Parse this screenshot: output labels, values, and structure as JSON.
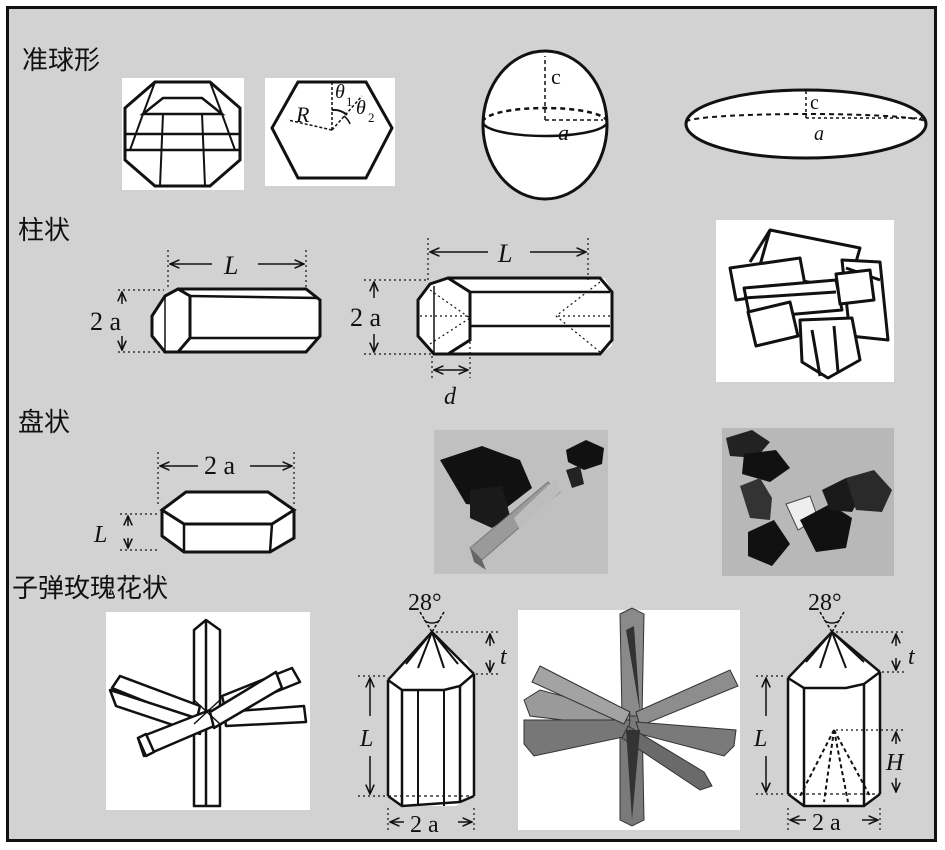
{
  "sections": {
    "quasi_spherical": "准球形",
    "columnar": "柱状",
    "plate": "盘状",
    "bullet_rosette": "子弹玫瑰花状"
  },
  "labels": {
    "R": "R",
    "theta1": "θ",
    "theta1_sub": "1",
    "theta2": "θ",
    "theta2_sub": "2",
    "c_ellipsoid": "c",
    "a_ellipsoid": "a",
    "c_spheroid": "c",
    "a_spheroid": "a",
    "L_col1": "L",
    "twoa_col1": "2 a",
    "L_col2": "L",
    "twoa_col2": "2 a",
    "d_col2": "d",
    "twoa_plate": "2 a",
    "L_plate": "L",
    "angle1": "28°",
    "t1": "t",
    "L_b1": "L",
    "twoa_b1": "2 a",
    "angle2": "28°",
    "t2": "t",
    "L_b2": "L",
    "H_b2": "H",
    "twoa_b2": "2 a"
  },
  "colors": {
    "panel_bg": "#d2d2d2",
    "line": "#111111",
    "render_bg": "#c8c8c8"
  }
}
